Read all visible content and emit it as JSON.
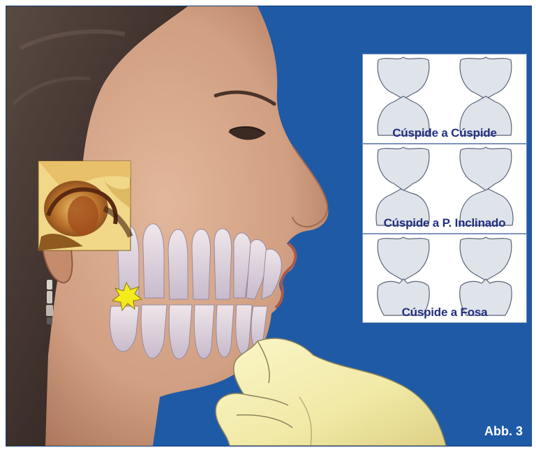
{
  "figure": {
    "label": "Abb. 3"
  },
  "occlusion_panels": [
    {
      "label": "Cúspide a Cúspide"
    },
    {
      "label": "Cúspide a P. Inclinado"
    },
    {
      "label": "Cúspide a Fosa"
    }
  ],
  "icons": {
    "contact-point": "star-burst-icon",
    "joint-inset": "tmj-section-image"
  },
  "colors": {
    "background": "#1f5aa6",
    "panel_text": "#23307f",
    "star": "#f4ea1c"
  }
}
